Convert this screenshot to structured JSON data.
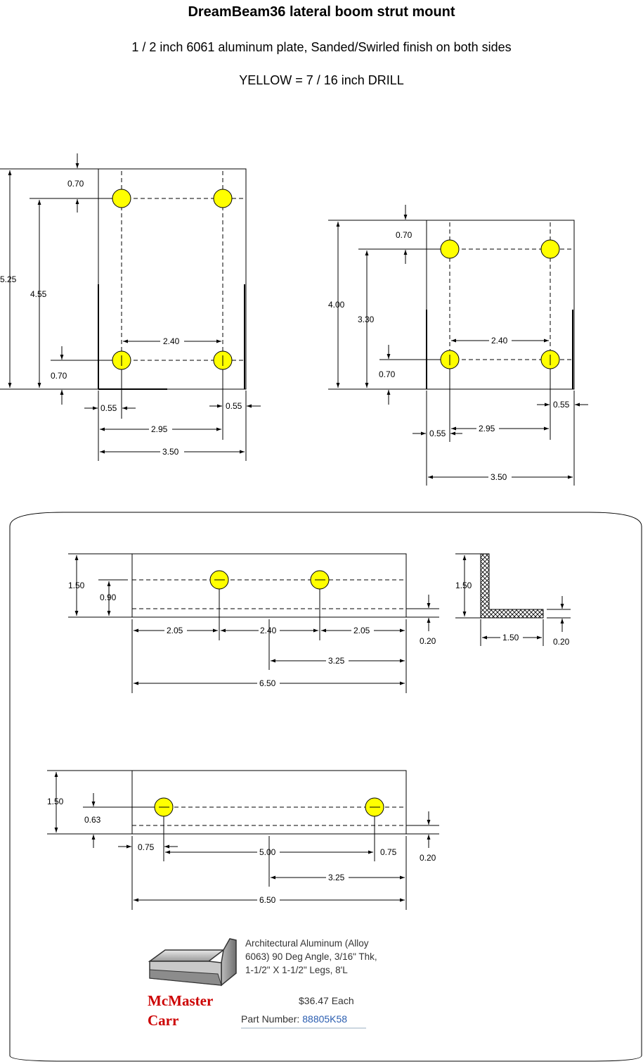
{
  "title": "DreamBeam36 lateral boom strut mount",
  "subtitle": "1 / 2 inch 6061 aluminum plate, Sanded/Swirled finish on both sides",
  "drill_note": "YELLOW = 7 / 16 inch DRILL",
  "colors": {
    "hole": "#ffff00",
    "brand": "#cc0000",
    "link": "#2a5db0"
  },
  "plate_a": {
    "height": "5.25",
    "top_hole_v": "4.55",
    "top_offset": "0.70",
    "bottom_offset": "0.70",
    "hole_spacing": "2.40",
    "left_edge": "0.55",
    "right_edge": "0.55",
    "outer_spacing": "2.95",
    "width": "3.50"
  },
  "plate_b": {
    "height": "4.00",
    "top_hole_v": "3.30",
    "top_offset": "0.70",
    "bottom_offset": "0.70",
    "hole_spacing": "2.40",
    "left_edge": "0.55",
    "right_edge": "0.55",
    "outer_spacing": "2.95",
    "width": "3.50"
  },
  "angle_a": {
    "height": "1.50",
    "hole_height": "0.90",
    "seg_left": "2.05",
    "seg_mid": "2.40",
    "seg_right": "2.05",
    "half": "3.25",
    "length": "6.50",
    "thickness": "0.20"
  },
  "section": {
    "height": "1.50",
    "width": "1.50",
    "thickness": "0.20"
  },
  "angle_b": {
    "height": "1.50",
    "hole_height": "0.63",
    "left_edge": "0.75",
    "spacing": "5.00",
    "right_edge": "0.75",
    "half": "3.25",
    "length": "6.50",
    "thickness": "0.20"
  },
  "product": {
    "description": "Architectural Aluminum (Alloy 6063) 90 Deg Angle, 3/16\" Thk, 1-1/2\" X 1-1/2\" Legs, 8'L",
    "price": "$36.47 Each",
    "part_label": "Part Number:",
    "part_number": "88805K58",
    "brand_line1": "McMaster",
    "brand_line2": "Carr"
  }
}
